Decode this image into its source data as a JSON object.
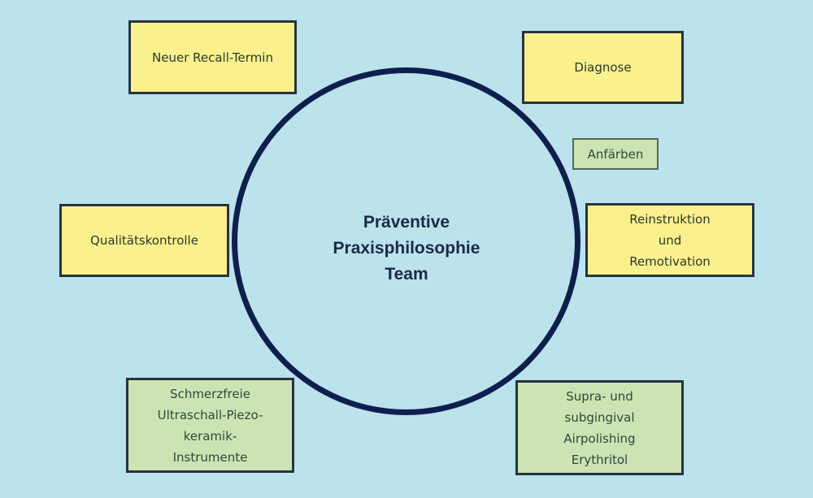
{
  "diagram": {
    "center": {
      "lines": [
        "Präventive",
        "Praxisphilosophie",
        "Team"
      ]
    },
    "nodes": [
      {
        "id": "recall",
        "color": "yellow",
        "lines": [
          "Neuer Recall-Termin"
        ]
      },
      {
        "id": "diagnose",
        "color": "yellow",
        "lines": [
          "Diagnose"
        ]
      },
      {
        "id": "anfaerben",
        "color": "green",
        "lines": [
          "Anfärben"
        ]
      },
      {
        "id": "reinstruktion",
        "color": "yellow",
        "lines": [
          "Reinstruktion",
          "und",
          "Remotivation"
        ]
      },
      {
        "id": "airpolishing",
        "color": "green",
        "lines": [
          "Supra- und",
          "subgingival",
          "Airpolishing",
          "Erythritol"
        ]
      },
      {
        "id": "ultraschall",
        "color": "green",
        "lines": [
          "Schmerzfreie",
          "Ultraschall-Piezo-",
          "keramik-",
          "Instrumente"
        ]
      },
      {
        "id": "qualitaet",
        "color": "yellow",
        "lines": [
          "Qualitätskontrolle"
        ]
      }
    ]
  },
  "colors": {
    "background": "#bce2ec",
    "circle_stroke": "#0f1f4d",
    "yellow_box": "#faf08e",
    "green_box": "#cde3b3",
    "box_border": "#27343f",
    "center_text": "#1a2a45"
  }
}
